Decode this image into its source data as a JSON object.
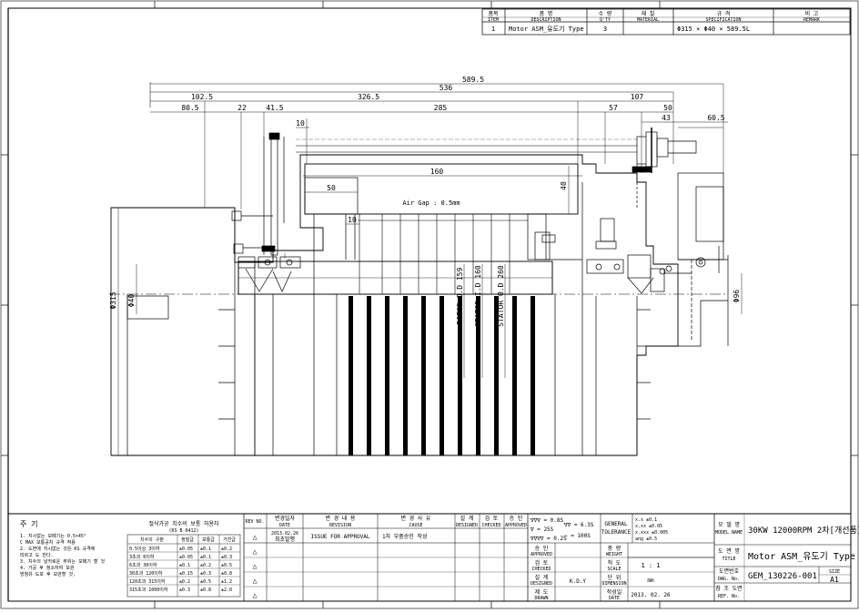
{
  "parts_list": {
    "headers": [
      {
        "ko": "품목",
        "en": "ITEM"
      },
      {
        "ko": "품 명",
        "en": "DESCRIPTION"
      },
      {
        "ko": "수 량",
        "en": "Q'TY"
      },
      {
        "ko": "재 질",
        "en": "MATERIAL"
      },
      {
        "ko": "규 격",
        "en": "SPECIFICATION"
      },
      {
        "ko": "비 고",
        "en": "REMARK"
      }
    ],
    "rows": [
      {
        "item": "1",
        "description": "Motor ASM_유도기 Type",
        "qty": "3",
        "material": "",
        "spec": "Φ315 × Φ40 × 589.5L",
        "remark": ""
      }
    ]
  },
  "dimensions": {
    "overall": "589.5",
    "d536": "536",
    "d102_5": "102.5",
    "d326_5": "326.5",
    "d107": "107",
    "d80_5": "80.5",
    "d22": "22",
    "d41_5": "41.5",
    "d285": "285",
    "d57": "57",
    "d50_top": "50",
    "d43": "43",
    "d60_5": "60.5",
    "d10a": "10",
    "d160": "160",
    "d50": "50",
    "d40": "40",
    "air_gap": "Air Gap : 0.5mm",
    "d10b": "10",
    "rotor": "ROTOR O.D 159",
    "stator_id": "STATOR I.D 160",
    "stator_od": "STATOR O.D 260",
    "phi315": "Φ315",
    "phi40": "Φ40",
    "phi96": "Φ96"
  },
  "notes": {
    "title": "주  기",
    "lines": [
      "1. 지시없는 모떼기는 0.5×45°",
      "   C MAX 보통공차 규격 적용",
      "2. 도면에 지시없는 것은 KS 규격에",
      "   따르고 도 한다.",
      "3. 치수의 날카로운 부위는 모떼기 할 것",
      "4. 가공 후 청소하여 보관",
      "   방청유 도포 후 보관할 것."
    ]
  },
  "tolerance_table": {
    "title": "절삭가공 치수의 보통 허용차",
    "subtitle": "(KS B 0412)",
    "headers": [
      "치수의 구분",
      "정밀급",
      "보통급",
      "거친급"
    ],
    "rows": [
      [
        "0.5이상 3이하",
        "±0.05",
        "±0.1",
        "±0.2"
      ],
      [
        "3초과 6이하",
        "±0.05",
        "±0.1",
        "±0.3"
      ],
      [
        "6초과 30이하",
        "±0.1",
        "±0.2",
        "±0.5"
      ],
      [
        "30초과 120이하",
        "±0.15",
        "±0.3",
        "±0.8"
      ],
      [
        "120초과 315이하",
        "±0.2",
        "±0.5",
        "±1.2"
      ],
      [
        "315초과 1000이하",
        "±0.3",
        "±0.8",
        "±2.0"
      ]
    ]
  },
  "revision_table": {
    "headers": [
      {
        "ko": "",
        "en": "REV NO."
      },
      {
        "ko": "변경일자",
        "en": "DATE"
      },
      {
        "ko": "변 경 내 용",
        "en": "REVISION"
      },
      {
        "ko": "변 경 사 유",
        "en": "CAUSE"
      },
      {
        "ko": "설 계",
        "en": "DESIGNED"
      },
      {
        "ko": "검 토",
        "en": "CHECKED"
      },
      {
        "ko": "승 인",
        "en": "APPROVED"
      }
    ],
    "rows": [
      {
        "rev": "△",
        "date": "2013.02.26",
        "date2": "최초발행",
        "revision": "ISSUE FOR APPROVAL",
        "cause": "1차 부품승인 작성"
      }
    ]
  },
  "surface": {
    "s1": "∇∇∇ = 0.8S",
    "s2": "∇∇ = 6.3S",
    "s3": "∇ = 25S",
    "s4": "∇∇∇∇ = 0.2S",
    "s5": "∼ = 100S"
  },
  "general_tolerance": {
    "label_ko": "GENERAL",
    "label_en": "TOLERANCE",
    "values": [
      "x.x  ±0.1",
      "x.xx  ±0.05",
      "x.xxx  ±0.005",
      "ang  ±0.5"
    ]
  },
  "approval": {
    "approved": {
      "ko": "승 인",
      "en": "APPROVED"
    },
    "checked": {
      "ko": "검 토",
      "en": "CHECKED"
    },
    "designed": {
      "ko": "설 계",
      "en": "DESIGNED",
      "value": "K.D.Y"
    },
    "drawn": {
      "ko": "제 도",
      "en": "DRAWN"
    },
    "weight": {
      "ko": "중 량",
      "en": "WEIGHT"
    },
    "scale": {
      "ko": "척 도",
      "en": "SCALE",
      "value": "1 : 1"
    },
    "dimension": {
      "ko": "단 위",
      "en": "DIMENSION",
      "value": "mm"
    },
    "date": {
      "ko": "작성일",
      "en": "DATE",
      "value": "2013. 02. 26"
    }
  },
  "title_block": {
    "model_label_ko": "모 델 명",
    "model_label_en": "MODEL NAME",
    "model": "30KW 12000RPM 2차[개선품]",
    "title_label_ko": "도 면 명",
    "title_label_en": "TITLE",
    "title": "Motor ASM_유도기 Type",
    "dwg_label_ko": "도면번호",
    "dwg_label_en": "DWG. No.",
    "dwg_no": "GEM_130226-001",
    "size_label": "SIZE",
    "size": "A1",
    "ref_label_ko": "참 조 도면",
    "ref_label_en": "REF. No."
  }
}
